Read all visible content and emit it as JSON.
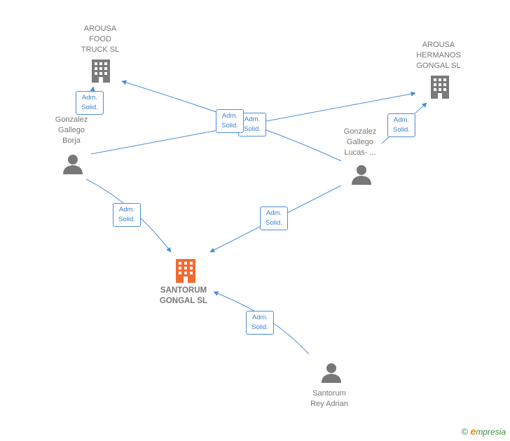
{
  "colors": {
    "edge": "#4a8fd8",
    "company": "#7a7a7a",
    "main_company": "#f26a2e",
    "person": "#777777"
  },
  "nodes": {
    "arousa_food": {
      "label": "AROUSA\nFOOD\nTRUCK  SL",
      "icon": "building-icon"
    },
    "arousa_hermanos": {
      "label": "AROUSA\nHERMANOS\nGONGAL  SL",
      "icon": "building-icon"
    },
    "santorum_gongal": {
      "label": "SANTORUM\nGONGAL  SL",
      "icon": "building-icon"
    },
    "gonzalez_borja": {
      "label": "Gonzalez\nGallego\nBorja",
      "icon": "person-icon"
    },
    "gonzalez_lucas": {
      "label": "Gonzalez\nGallego\nLucas- ...",
      "icon": "person-icon"
    },
    "santorum_rey": {
      "label": "Santorum\nRey Adrian",
      "icon": "person-icon"
    }
  },
  "edge_labels": {
    "e1": "Adm.\nSolid.",
    "e2": "Adm.\nSolid.",
    "e3": "Adm.\nSolid.",
    "e4": "Adm.\nSolid.",
    "e5": "Adm.\nSolid.",
    "e6": "Adm.\nSolid.",
    "e7": "Adm.\nSolid."
  },
  "footer": {
    "copyright": "©",
    "brand_first": "e",
    "brand_rest": "mpresia"
  }
}
